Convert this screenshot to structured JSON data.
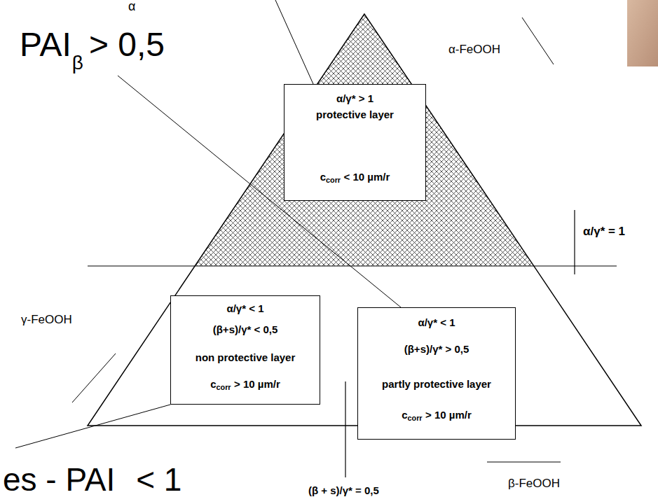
{
  "diagram": {
    "nodes": [
      {
        "text": [
          "α/γ* > 1",
          "protective layer",
          "c",
          "corr",
          "< 10 µm/r"
        ]
      },
      {
        "text": [
          "α/γ* < 1",
          "(β+s)/γ* < 0,5",
          "non protective layer",
          "c",
          "corr",
          "> 10 µm/r"
        ]
      },
      {
        "text": [
          "α/γ* < 1",
          "(β+s)/γ* > 0,5",
          "partly protective layer",
          "c",
          "corr",
          "> 10 µm/r"
        ]
      }
    ],
    "labels": [
      "α",
      "PAI",
      "β",
      "> 0,5",
      "α-FeOOH",
      "α/γ* = 1",
      "γ-FeOOH",
      "es - PAI",
      "< 1",
      "β-FeOOH",
      "(β + s)/γ* = 0,5"
    ]
  }
}
